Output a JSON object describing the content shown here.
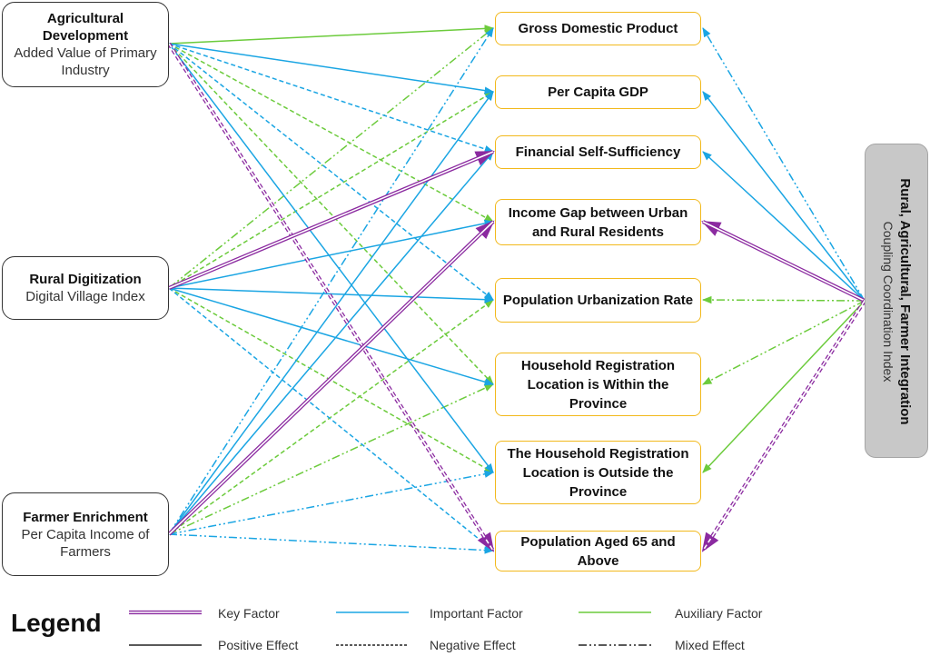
{
  "sources": [
    {
      "id": "agri",
      "title": "Agricultural Development",
      "subtitle": "Added Value of Primary Industry"
    },
    {
      "id": "dig",
      "title": "Rural Digitization",
      "subtitle": "Digital Village Index"
    },
    {
      "id": "farm",
      "title": "Farmer Enrichment",
      "subtitle": "Per Capita Income of Farmers"
    }
  ],
  "targets": [
    {
      "id": "gdp",
      "label": "Gross Domestic Product"
    },
    {
      "id": "pcgdp",
      "label": "Per Capita GDP"
    },
    {
      "id": "fin",
      "label": "Financial Self-Sufficiency"
    },
    {
      "id": "gap",
      "label": "Income Gap between Urban and Rural Residents"
    },
    {
      "id": "urb",
      "label": "Population Urbanization Rate"
    },
    {
      "id": "hin",
      "label": "Household Registration Location is Within the Province"
    },
    {
      "id": "hout",
      "label": "The Household Registration Location is Outside the Province"
    },
    {
      "id": "p65",
      "label": "Population Aged 65 and Above"
    }
  ],
  "index": {
    "title": "Rural, Agricultural, Farmer Integration",
    "subtitle": "Coupling Coordination Index"
  },
  "colors": {
    "key": "#8b2aa0",
    "important": "#1aa5e3",
    "auxiliary": "#6ccb3c"
  },
  "legend": {
    "title": "Legend",
    "key_label": "Key Factor",
    "important_label": "Important Factor",
    "auxiliary_label": "Auxiliary Factor",
    "positive_label": "Positive Effect",
    "negative_label": "Negative Effect",
    "mixed_label": "Mixed Effect"
  },
  "edges": [
    {
      "from": "agri",
      "to": "gdp",
      "factor": "auxiliary",
      "effect": "positive"
    },
    {
      "from": "agri",
      "to": "pcgdp",
      "factor": "important",
      "effect": "positive"
    },
    {
      "from": "agri",
      "to": "fin",
      "factor": "important",
      "effect": "negative"
    },
    {
      "from": "agri",
      "to": "gap",
      "factor": "auxiliary",
      "effect": "negative"
    },
    {
      "from": "agri",
      "to": "urb",
      "factor": "important",
      "effect": "negative"
    },
    {
      "from": "agri",
      "to": "hin",
      "factor": "auxiliary",
      "effect": "negative"
    },
    {
      "from": "agri",
      "to": "hout",
      "factor": "important",
      "effect": "positive"
    },
    {
      "from": "agri",
      "to": "p65",
      "factor": "key",
      "effect": "negative"
    },
    {
      "from": "dig",
      "to": "gdp",
      "factor": "auxiliary",
      "effect": "mixed"
    },
    {
      "from": "dig",
      "to": "pcgdp",
      "factor": "auxiliary",
      "effect": "negative"
    },
    {
      "from": "dig",
      "to": "fin",
      "factor": "key",
      "effect": "positive"
    },
    {
      "from": "dig",
      "to": "gap",
      "factor": "important",
      "effect": "positive"
    },
    {
      "from": "dig",
      "to": "urb",
      "factor": "important",
      "effect": "positive"
    },
    {
      "from": "dig",
      "to": "hin",
      "factor": "important",
      "effect": "positive"
    },
    {
      "from": "dig",
      "to": "hout",
      "factor": "auxiliary",
      "effect": "negative"
    },
    {
      "from": "dig",
      "to": "p65",
      "factor": "important",
      "effect": "negative"
    },
    {
      "from": "farm",
      "to": "gdp",
      "factor": "important",
      "effect": "mixed"
    },
    {
      "from": "farm",
      "to": "pcgdp",
      "factor": "important",
      "effect": "positive"
    },
    {
      "from": "farm",
      "to": "fin",
      "factor": "important",
      "effect": "positive"
    },
    {
      "from": "farm",
      "to": "gap",
      "factor": "key",
      "effect": "positive"
    },
    {
      "from": "farm",
      "to": "urb",
      "factor": "auxiliary",
      "effect": "negative"
    },
    {
      "from": "farm",
      "to": "hin",
      "factor": "auxiliary",
      "effect": "mixed"
    },
    {
      "from": "farm",
      "to": "hout",
      "factor": "important",
      "effect": "mixed"
    },
    {
      "from": "farm",
      "to": "p65",
      "factor": "important",
      "effect": "mixed"
    },
    {
      "from": "index",
      "to": "gdp",
      "factor": "important",
      "effect": "mixed"
    },
    {
      "from": "index",
      "to": "pcgdp",
      "factor": "important",
      "effect": "positive"
    },
    {
      "from": "index",
      "to": "fin",
      "factor": "important",
      "effect": "positive"
    },
    {
      "from": "index",
      "to": "gap",
      "factor": "key",
      "effect": "positive"
    },
    {
      "from": "index",
      "to": "urb",
      "factor": "auxiliary",
      "effect": "mixed"
    },
    {
      "from": "index",
      "to": "hin",
      "factor": "auxiliary",
      "effect": "mixed"
    },
    {
      "from": "index",
      "to": "hout",
      "factor": "auxiliary",
      "effect": "positive"
    },
    {
      "from": "index",
      "to": "p65",
      "factor": "key",
      "effect": "negative"
    }
  ]
}
